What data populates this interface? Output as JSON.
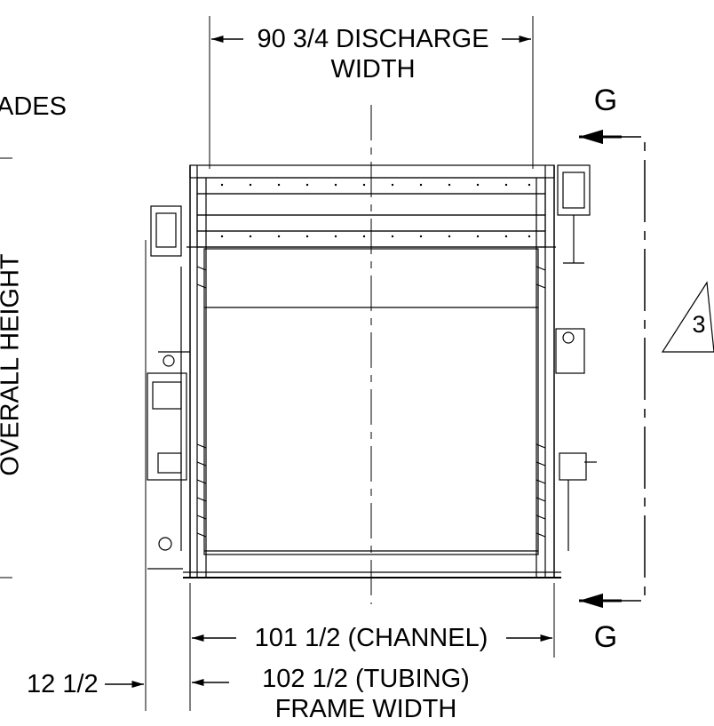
{
  "labels": {
    "discharge_width_line1": "90 3/4 DISCHARGE",
    "discharge_width_line2": "WIDTH",
    "section_top": "G",
    "section_bottom": "G",
    "grades_fragment": "ADES",
    "overall_height": "OVERALL HEIGHT",
    "revision_mark": "3",
    "channel_width": "101 1/2 (CHANNEL)",
    "tubing_width": "102 1/2 (TUBING)",
    "frame_width": "FRAME WIDTH",
    "offset_dim": "12 1/2"
  },
  "colors": {
    "line": "#000000",
    "background": "#ffffff"
  }
}
